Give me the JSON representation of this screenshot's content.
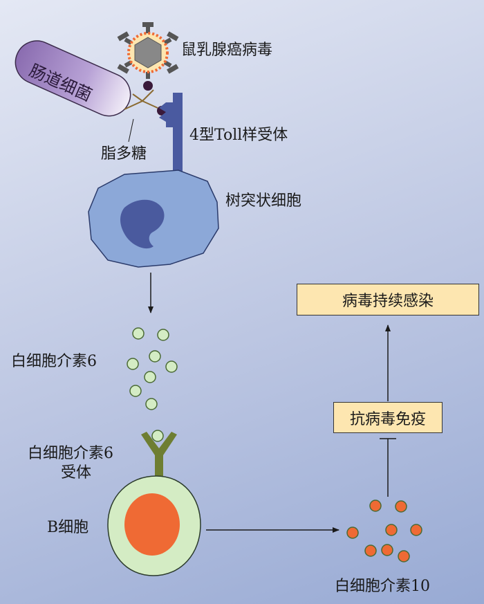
{
  "labels": {
    "virus": "鼠乳腺癌病毒",
    "bacteria": "肠道细菌",
    "lps": "脂多糖",
    "tlr4": "4型Toll样受体",
    "dendritic_cell": "树突状细胞",
    "il6": "白细胞介素6",
    "il6_receptor_line1": "白细胞介素6",
    "il6_receptor_line2": "受体",
    "b_cell": "B细胞",
    "il10": "白细胞介素10"
  },
  "outcome_boxes": {
    "antiviral_immunity": "抗病毒免疫",
    "persistent_infection": "病毒持续感染"
  },
  "colors": {
    "background_top": "#e4e8f4",
    "background_bottom": "#98aad4",
    "bacteria_fill": "#a88ec6",
    "receptor": "#4a5aa0",
    "dendritic_cell": "#8ca8d8",
    "nucleus_dc": "#4a5a9e",
    "il6_particle": "#d4ecc4",
    "b_cell": "#d4ecc4",
    "b_cell_nucleus": "#ef6a34",
    "il10_particle": "#ef6a34",
    "il6_receptor": "#6e7e32",
    "outcome_box": "#fde6b0",
    "virus_spikes": "#555555",
    "virus_dots": "#ef6a34"
  }
}
